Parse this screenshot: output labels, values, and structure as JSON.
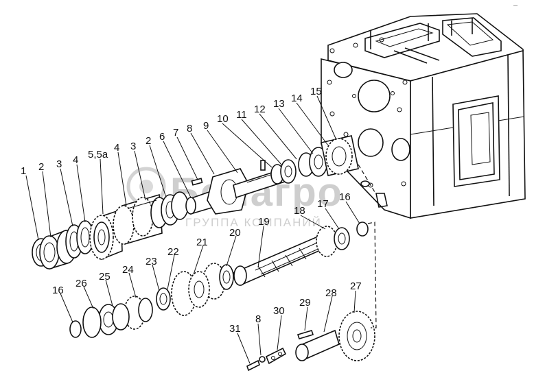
{
  "watermark": {
    "brand": "Белагро",
    "tagline": "ГРУППА КОМПАНИЙ"
  },
  "callouts": [
    {
      "id": "c1",
      "text": "1"
    },
    {
      "id": "c2",
      "text": "2"
    },
    {
      "id": "c3",
      "text": "3"
    },
    {
      "id": "c4",
      "text": "4"
    },
    {
      "id": "c5",
      "text": "5,5а"
    },
    {
      "id": "c6",
      "text": "4"
    },
    {
      "id": "c7",
      "text": "3"
    },
    {
      "id": "c8",
      "text": "2"
    },
    {
      "id": "c9",
      "text": "6"
    },
    {
      "id": "c10",
      "text": "7"
    },
    {
      "id": "c11",
      "text": "8"
    },
    {
      "id": "c12",
      "text": "9"
    },
    {
      "id": "c13",
      "text": "10"
    },
    {
      "id": "c14",
      "text": "11"
    },
    {
      "id": "c15",
      "text": "12"
    },
    {
      "id": "c16",
      "text": "13"
    },
    {
      "id": "c17",
      "text": "14"
    },
    {
      "id": "c18",
      "text": "15"
    },
    {
      "id": "c19",
      "text": "16"
    },
    {
      "id": "c20",
      "text": "17"
    },
    {
      "id": "c21",
      "text": "18"
    },
    {
      "id": "c22",
      "text": "19"
    },
    {
      "id": "c23",
      "text": "20"
    },
    {
      "id": "c24",
      "text": "21"
    },
    {
      "id": "c25",
      "text": "22"
    },
    {
      "id": "c26",
      "text": "23"
    },
    {
      "id": "c27",
      "text": "24"
    },
    {
      "id": "c28",
      "text": "25"
    },
    {
      "id": "c29",
      "text": "26"
    },
    {
      "id": "c30",
      "text": "16"
    },
    {
      "id": "c31",
      "text": "27"
    },
    {
      "id": "c32",
      "text": "28"
    },
    {
      "id": "c33",
      "text": "29"
    },
    {
      "id": "c34",
      "text": "30"
    },
    {
      "id": "c35",
      "text": "8"
    },
    {
      "id": "c36",
      "text": "31"
    }
  ]
}
